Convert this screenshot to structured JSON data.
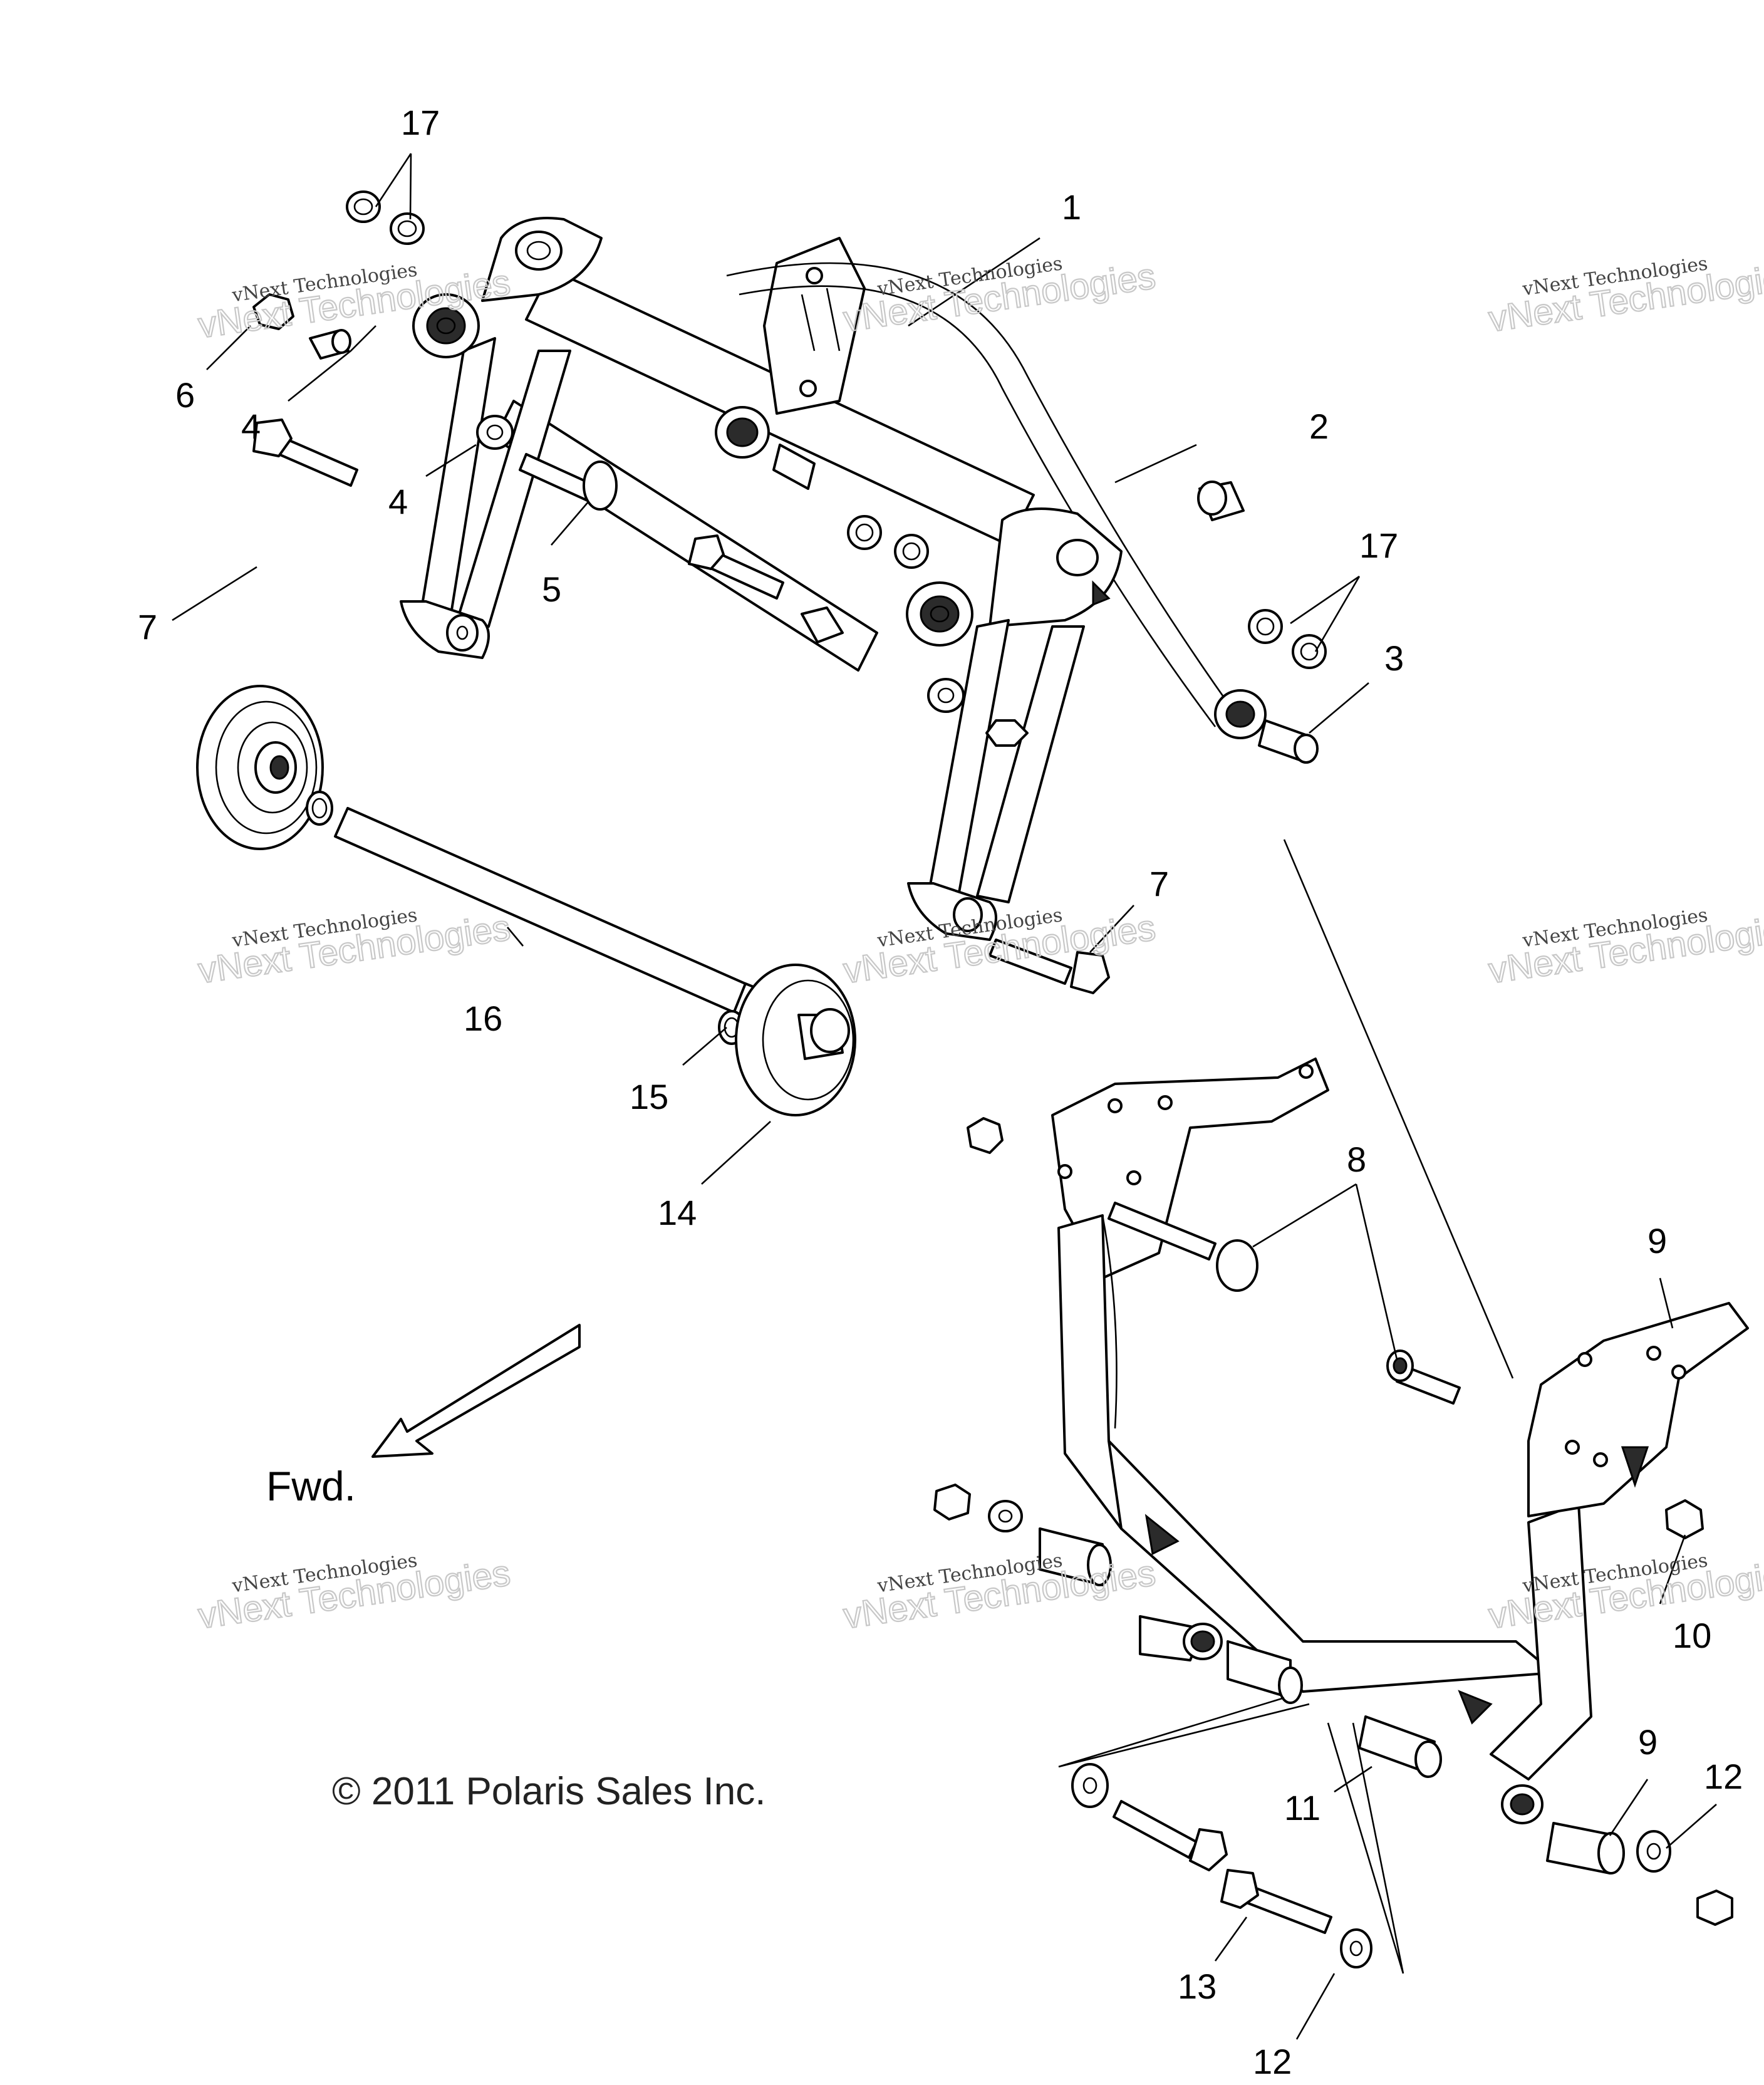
{
  "callouts": [
    {
      "n": "17"
    },
    {
      "n": "1"
    },
    {
      "n": "6"
    },
    {
      "n": "4"
    },
    {
      "n": "4"
    },
    {
      "n": "2"
    },
    {
      "n": "17"
    },
    {
      "n": "7"
    },
    {
      "n": "5"
    },
    {
      "n": "3"
    },
    {
      "n": "16"
    },
    {
      "n": "7"
    },
    {
      "n": "15"
    },
    {
      "n": "14"
    },
    {
      "n": "8"
    },
    {
      "n": "9"
    },
    {
      "n": "10"
    },
    {
      "n": "11"
    },
    {
      "n": "9"
    },
    {
      "n": "12"
    },
    {
      "n": "13"
    },
    {
      "n": "12"
    }
  ],
  "direction_label": "Fwd.",
  "copyright": "© 2011 Polaris Sales Inc.",
  "watermark": {
    "line1": "vNext Technologies",
    "line2": "vNext Technologies"
  }
}
